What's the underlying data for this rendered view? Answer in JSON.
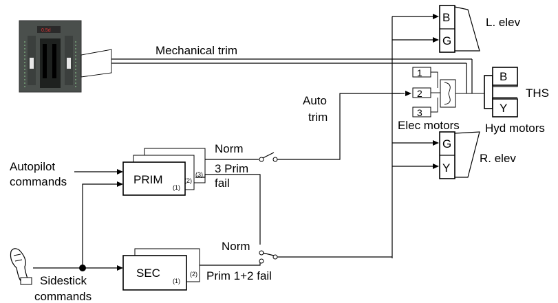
{
  "labels": {
    "mechanical_trim": "Mechanical trim",
    "auto_trim_line1": "Auto",
    "auto_trim_line2": "trim",
    "norm_top": "Norm",
    "three_prim_fail_line1": "3 Prim",
    "three_prim_fail_line2": "fail",
    "norm_bottom": "Norm",
    "prim12_fail": "Prim 1+2 fail",
    "autopilot_line1": "Autopilot",
    "autopilot_line2": "commands",
    "sidestick_line1": "Sidestick",
    "sidestick_line2": "commands",
    "elec_motors": "Elec motors",
    "hyd_motors": "Hyd motors",
    "ths": "THS",
    "l_elev": "L. elev",
    "r_elev": "R. elev"
  },
  "computers": {
    "prim_label": "PRIM",
    "prim_indices": [
      "(1)",
      "(2)",
      "(3)"
    ],
    "sec_label": "SEC",
    "sec_indices": [
      "(1)",
      "(2)"
    ]
  },
  "actuators": {
    "l_elev": [
      "B",
      "G"
    ],
    "r_elev": [
      "G",
      "Y"
    ],
    "ths": [
      "B",
      "Y"
    ],
    "elec_motors": [
      "1",
      "2",
      "3"
    ]
  },
  "icons": {
    "trim_wheel": "trim-wheel-pedestal-photo",
    "sidestick": "sidestick-icon",
    "clutch": "differential-clutch-icon"
  }
}
